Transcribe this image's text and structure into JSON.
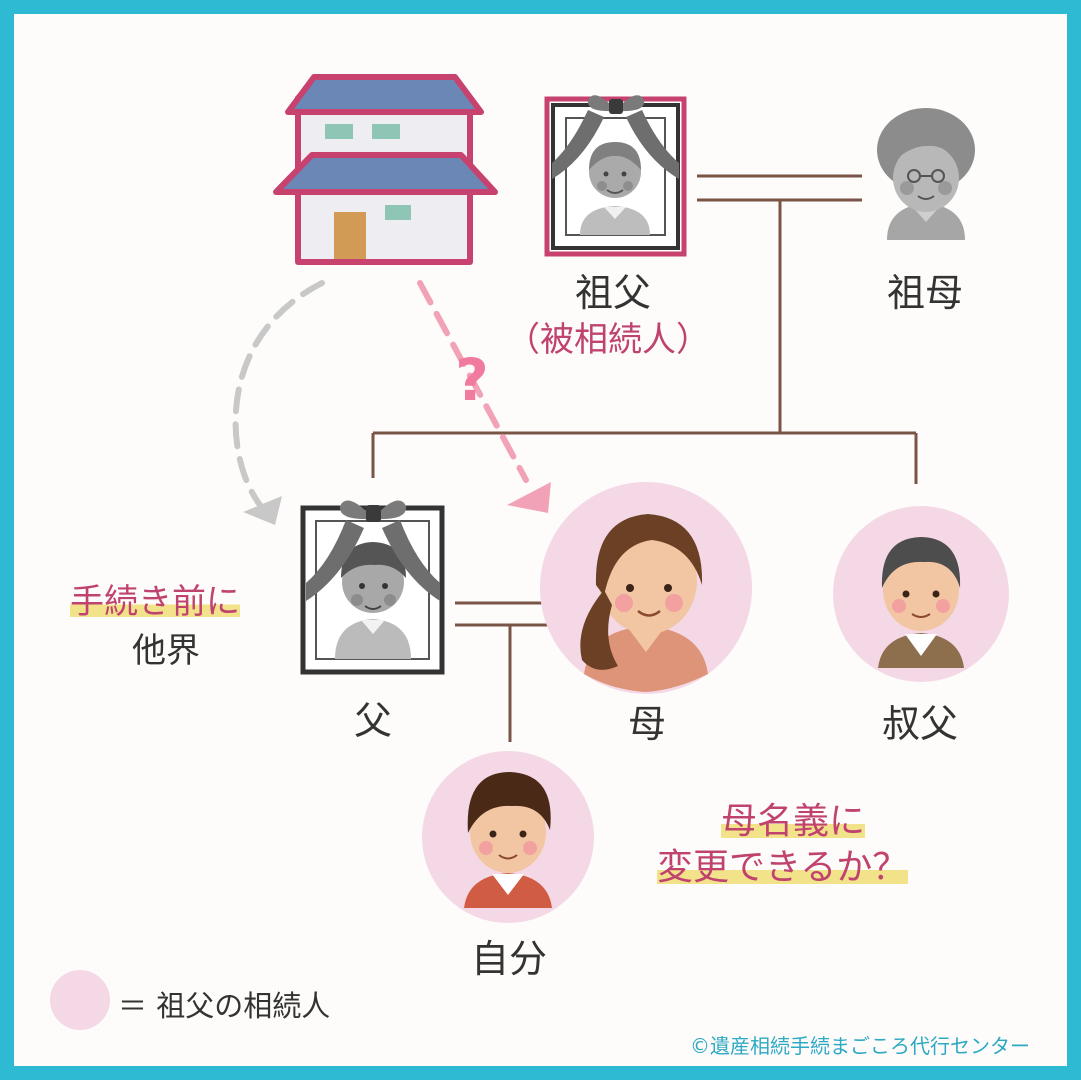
{
  "labels": {
    "grandfather": "祖父",
    "decedent": "（被相続人）",
    "grandmother": "祖母",
    "father": "父",
    "mother": "母",
    "uncle": "叔父",
    "self": "自分",
    "note_before_line1": "手続き前に",
    "note_before_line2": "他界",
    "question_line1": "母名義に",
    "question_line2": "変更できるか？",
    "legend": "＝ 祖父の相続人",
    "copyright": "©遺産相続手続まごころ代行センター",
    "question_mark": "?"
  },
  "colors": {
    "frame": "#2ebad3",
    "background": "#fdfcfa",
    "line": "#7a5446",
    "heir_circle": "#f5d8e6",
    "accent_pink": "#c0436f",
    "arrow_pink": "#f2a2b6",
    "arrow_gray": "#c8c8c8",
    "highlight": "#f2e28a"
  }
}
